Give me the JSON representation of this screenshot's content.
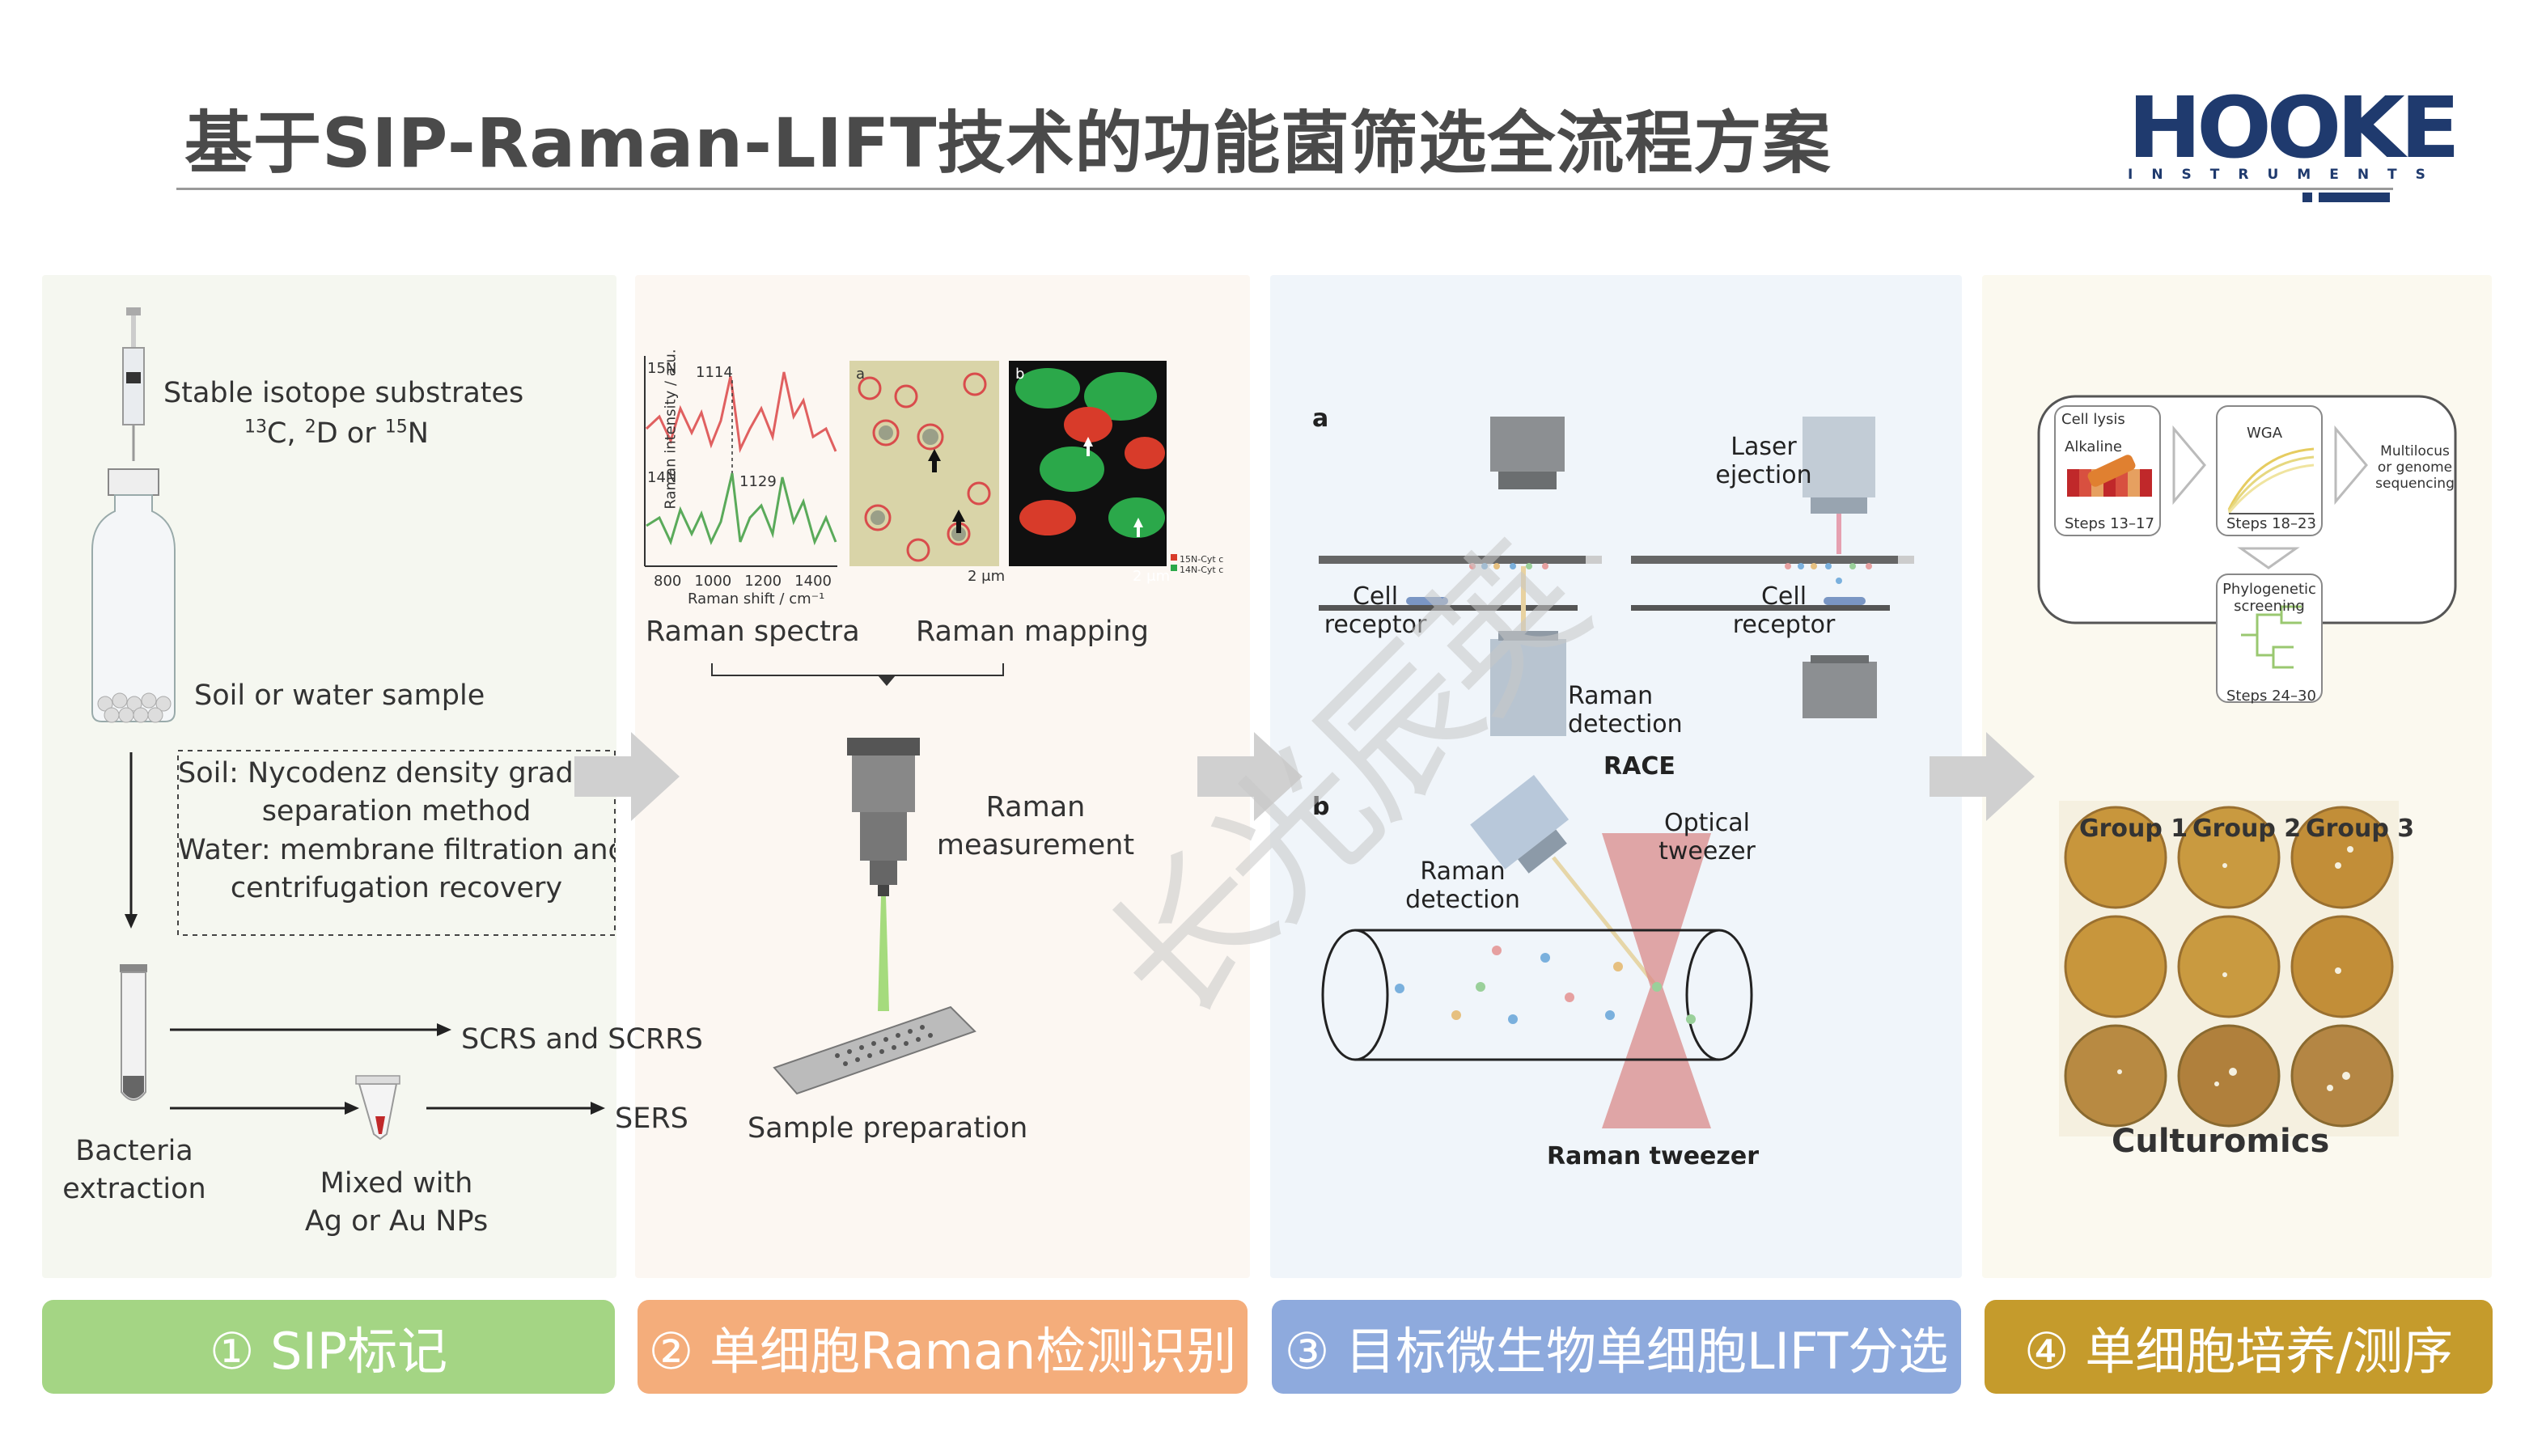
{
  "header": {
    "title": "基于SIP-Raman-LIFT技术的功能菌筛选全流程方案",
    "logo_main": "HOOKE",
    "logo_sub": "INSTRUMENTS"
  },
  "watermark": "长光辰英",
  "panel1": {
    "substrate_line1": "Stable isotope substrates",
    "iso_13": "13",
    "iso_c": "C,",
    "iso_2": "2",
    "iso_d": "D or",
    "iso_15": "15",
    "iso_n": "N",
    "sample": "Soil or water sample",
    "box_l1": "Soil: Nycodenz density gradient",
    "box_l2": "separation method",
    "box_l3": "Water: membrane filtration and",
    "box_l4": "centrifugation recovery",
    "scrs": "SCRS and SCRRS",
    "sers": "SERS",
    "bacteria_l1": "Bacteria",
    "bacteria_l2": "extraction",
    "mixed_l1": "Mixed with",
    "mixed_l2": "Ag or Au NPs"
  },
  "panel2": {
    "spectra_label": "Raman spectra",
    "mapping_label": "Raman mapping",
    "measure_l1": "Raman",
    "measure_l2": "measurement",
    "prep_label": "Sample preparation",
    "spec_n15": "15N",
    "spec_n14": "14N",
    "spec_peak1": "1114",
    "spec_peak2": "1129",
    "spec_yaxis": "Raman intensity / a.u.",
    "spec_xaxis": "Raman shift / cm⁻¹",
    "spec_ticks": [
      "800",
      "1000",
      "1200",
      "1400"
    ],
    "img_a": "a",
    "img_b": "b",
    "scale": "2 μm",
    "legend_15": "15N-Cyt c",
    "legend_14": "14N-Cyt c"
  },
  "panel3": {
    "label_a": "a",
    "label_b": "b",
    "laser_l1": "Laser",
    "laser_l2": "ejection",
    "cell_l1": "Cell",
    "cell_l2": "receptor",
    "cell2_l1": "Cell",
    "cell2_l2": "receptor",
    "raman_det_l1": "Raman",
    "raman_det_l2": "detection",
    "race": "RACE",
    "optical_l1": "Optical",
    "optical_l2": "tweezer",
    "raman_det2_l1": "Raman",
    "raman_det2_l2": "detection",
    "tweezer": "Raman tweezer"
  },
  "panel4": {
    "lysis": "Cell lysis",
    "alkaline": "Alkaline",
    "steps1": "Steps 13–17",
    "wga": "WGA",
    "steps2": "Steps 18–23",
    "multi_l1": "Multilocus",
    "multi_l2": "or genome",
    "multi_l3": "sequencing",
    "phylo_l1": "Phylogenetic",
    "phylo_l2": "screening",
    "steps3": "Steps 24–30",
    "group1": "Group 1",
    "group2": "Group 2",
    "group3": "Group 3",
    "culturomics": "Culturomics"
  },
  "steps": [
    {
      "label": "① SIP标记"
    },
    {
      "label": "② 单细胞Raman检测识别"
    },
    {
      "label": "③ 目标微生物单细胞LIFT分选"
    },
    {
      "label": "④ 单细胞培养/测序"
    }
  ],
  "colors": {
    "step1": "#a4d584",
    "step2": "#f4ad7b",
    "step3": "#8eaadd",
    "step4": "#c59b2c",
    "brand": "#1f3a6e"
  }
}
